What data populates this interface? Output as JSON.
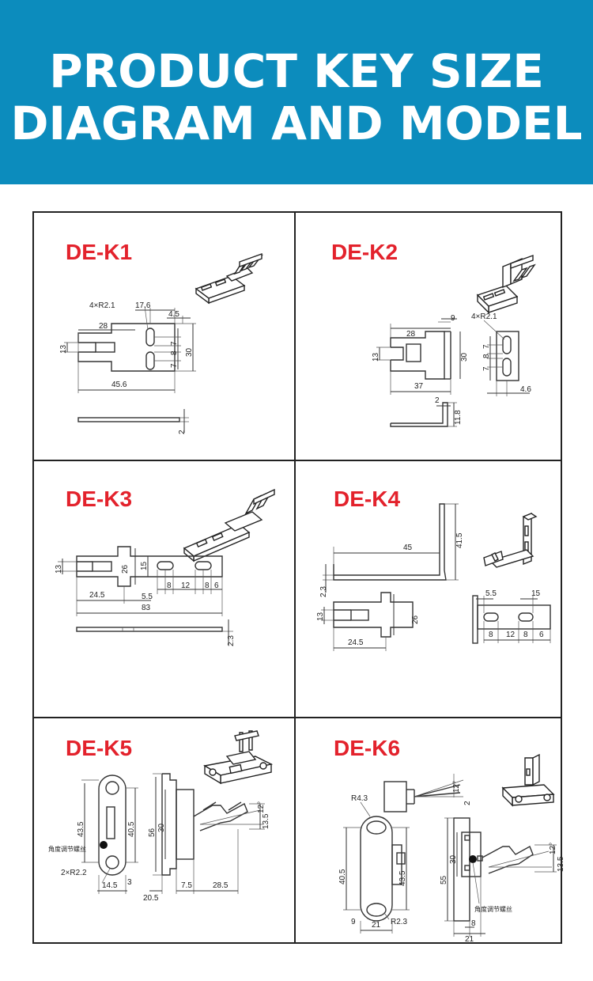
{
  "header": {
    "title_line1": "PRODUCT KEY SIZE",
    "title_line2": "DIAGRAM AND MODEL"
  },
  "colors": {
    "banner": "#0c8cbd",
    "model_label": "#e3222c"
  },
  "models": {
    "k1": {
      "name": "DE-K1",
      "dims": {
        "hole": "4×R2.1",
        "d17_6": "17.6",
        "d4_5": "4.5",
        "d28": "28",
        "d13": "13",
        "d7a": "7",
        "d8": "8",
        "d7b": "7",
        "d30": "30",
        "d45_6": "45.6",
        "d2": "2"
      }
    },
    "k2": {
      "name": "DE-K2",
      "dims": {
        "d9": "9",
        "hole": "4×R2.1",
        "d28": "28",
        "d13": "13",
        "d30": "30",
        "d7a": "7",
        "d8": "8",
        "d7b": "7",
        "d37": "37",
        "d4_6": "4.6",
        "d2": "2",
        "d11_8": "11.8"
      }
    },
    "k3": {
      "name": "DE-K3",
      "dims": {
        "d13": "13",
        "d26": "26",
        "d15": "15",
        "d8a": "8",
        "d12": "12",
        "d8b": "8",
        "d6": "6",
        "d24_5": "24.5",
        "d5_5": "5.5",
        "d83": "83",
        "d2_3": "2.3"
      }
    },
    "k4": {
      "name": "DE-K4",
      "dims": {
        "d45": "45",
        "d41_5": "41.5",
        "d2_3": "2.3",
        "d5_5": "5.5",
        "d15": "15",
        "d13": "13",
        "d26": "26",
        "d24_5": "24.5",
        "d8a": "8",
        "d12": "12",
        "d8b": "8",
        "d6": "6"
      }
    },
    "k5": {
      "name": "DE-K5",
      "dims": {
        "d43_5": "43.5",
        "d40_5": "40.5",
        "d56": "56",
        "d30": "30",
        "d12": "12°",
        "d13_5": "13.5",
        "note": "角度调节螺丝",
        "hole": "2×R2.2",
        "d14_5": "14.5",
        "d3": "3",
        "d20_5": "20.5",
        "d7_5": "7.5",
        "d28_5": "28.5"
      }
    },
    "k6": {
      "name": "DE-K6",
      "dims": {
        "d12a": "12°",
        "d2": "2",
        "d4_3": "R4.3",
        "d40_5": "40.5",
        "d43_5": "43.5",
        "d55": "55",
        "d30": "30",
        "d12b": "12°",
        "d13_5": "13.5",
        "d9": "9",
        "d21a": "21",
        "r2_3": "R2.3",
        "d8": "8",
        "d21b": "21",
        "note": "角度调节螺丝"
      }
    }
  }
}
